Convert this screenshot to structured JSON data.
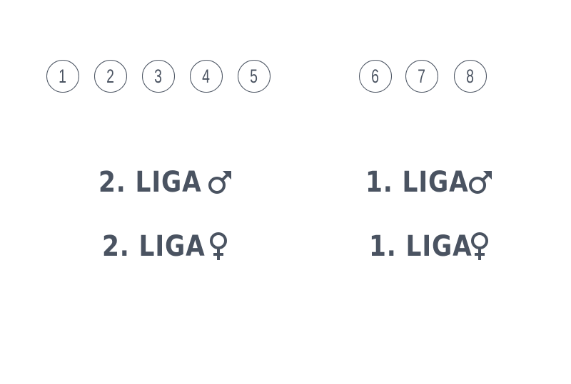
{
  "numbers_left": [
    "1",
    "2",
    "3",
    "4",
    "5"
  ],
  "numbers_right": [
    "6",
    "7",
    "8"
  ],
  "leagues": [
    {
      "label": "2. LIGA",
      "gender": "male-icon"
    },
    {
      "label": "1. LIGA",
      "gender": "male-icon"
    },
    {
      "label": "2. LIGA",
      "gender": "female-icon"
    },
    {
      "label": "1. LIGA",
      "gender": "female-icon"
    }
  ],
  "colors": {
    "ink": "#4a5361",
    "background": "#ffffff"
  }
}
